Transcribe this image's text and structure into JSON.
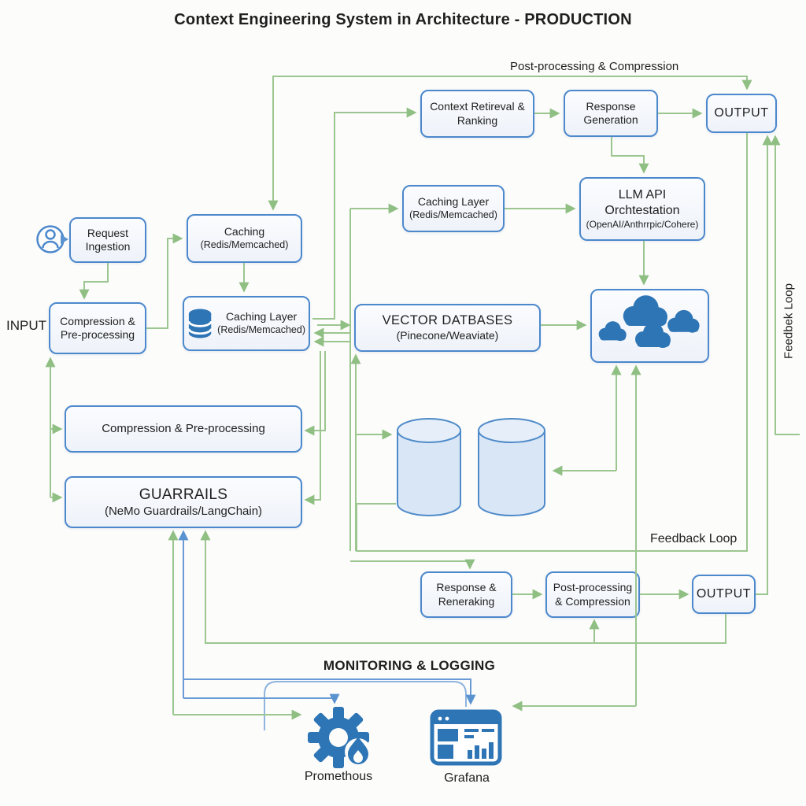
{
  "title": "Context Engineering System in Architecture - PRODUCTION",
  "labels": {
    "post_processing_top": "Post-processing & Compression",
    "input": "INPUT",
    "feedback_loop": "Feedback Loop",
    "feedback_loop_vertical": "Feedbek Loop",
    "monitoring": "MONITORING & LOGGING",
    "prometheus": "Promethous",
    "grafana": "Grafana"
  },
  "nodes": {
    "request_ingestion": {
      "title": "Request Ingestion"
    },
    "caching": {
      "title": "Caching",
      "sub": "(Redis/Memcached)"
    },
    "compression_pre": {
      "title": "Compression & Pre-processing"
    },
    "caching_layer_db": {
      "title": "Caching Layer",
      "sub": "(Redis/Memcached)"
    },
    "context_retrieval": {
      "title": "Context Retireval & Ranking"
    },
    "response_generation federate": null,
    "response_generation": {
      "title": "Response Generation"
    },
    "output_top": {
      "title": "OUTPUT"
    },
    "caching_layer2": {
      "title": "Caching Layer",
      "sub": "(Redis/Memcached)"
    },
    "llm_api": {
      "title": "LLM API Orchtestation",
      "sub": "(OpenAI/Anthrrpic/Cohere)"
    },
    "vector_db": {
      "title": "VECTOR DATBASES",
      "sub": "(Pinecone/Weaviate)"
    },
    "compression_wide": {
      "title": "Compression & Pre-processing"
    },
    "guardrails": {
      "title": "GUARRAILS",
      "sub": "(NeMo Guardrails/LangChain)"
    },
    "response_reranking": {
      "title": "Response & Reneraking"
    },
    "post_processing": {
      "title": "Post-processing & Compression"
    },
    "output_bottom": {
      "title": "OUTPUT"
    }
  },
  "icons": {
    "user": "user-icon",
    "database_small": "database-icon",
    "cloud_cluster": "cloud-cluster-icon",
    "cylinders": "database-cylinders-icon",
    "prometheus": "gear-flame-icon",
    "grafana": "dashboard-icon"
  },
  "colors": {
    "connector_green": "#9cc690",
    "connector_blue": "#6b9bd5",
    "box_border": "#4c88cc",
    "box_fill": "#f3f6fb",
    "icon_blue": "#2e75b6",
    "cylinder_fill": "#d9e6f6",
    "text": "#1f1f1f"
  }
}
